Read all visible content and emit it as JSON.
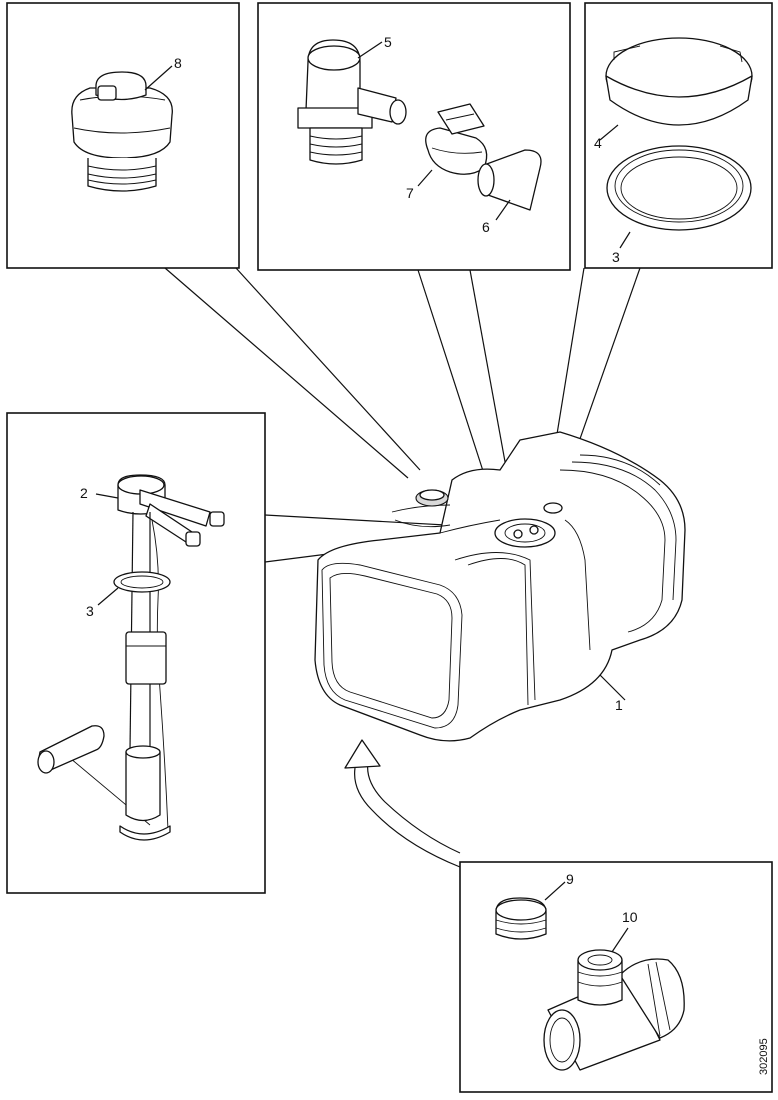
{
  "callouts": {
    "tank": "1",
    "sender_unit": "2",
    "sender_seal_ring": "3",
    "tank_seal_ring": "3",
    "lock_ring": "4",
    "vent_valve": "5",
    "hose": "6",
    "hose_clamp": "7",
    "filler_cap": "8",
    "plug": "9",
    "tee_fitting": "10"
  },
  "drawing_code": "302095"
}
